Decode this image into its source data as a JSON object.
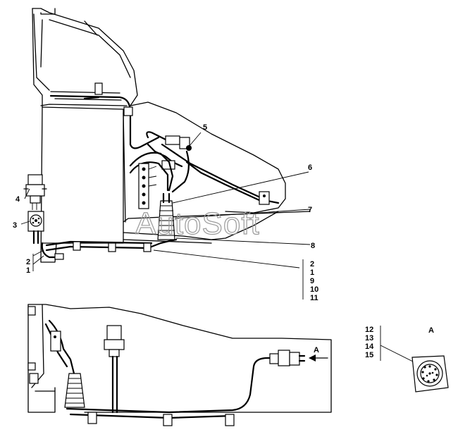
{
  "callouts": {
    "c1": "1",
    "c2": "2",
    "c3": "3",
    "c4": "4",
    "c5": "5",
    "c6": "6",
    "c7": "7",
    "c8": "8"
  },
  "group_a": [
    "2",
    "1",
    "9",
    "10",
    "11"
  ],
  "group_b": [
    "12",
    "13",
    "14",
    "15"
  ],
  "view_label": "A",
  "arrow_label": "A",
  "watermark": "AutoSoft"
}
